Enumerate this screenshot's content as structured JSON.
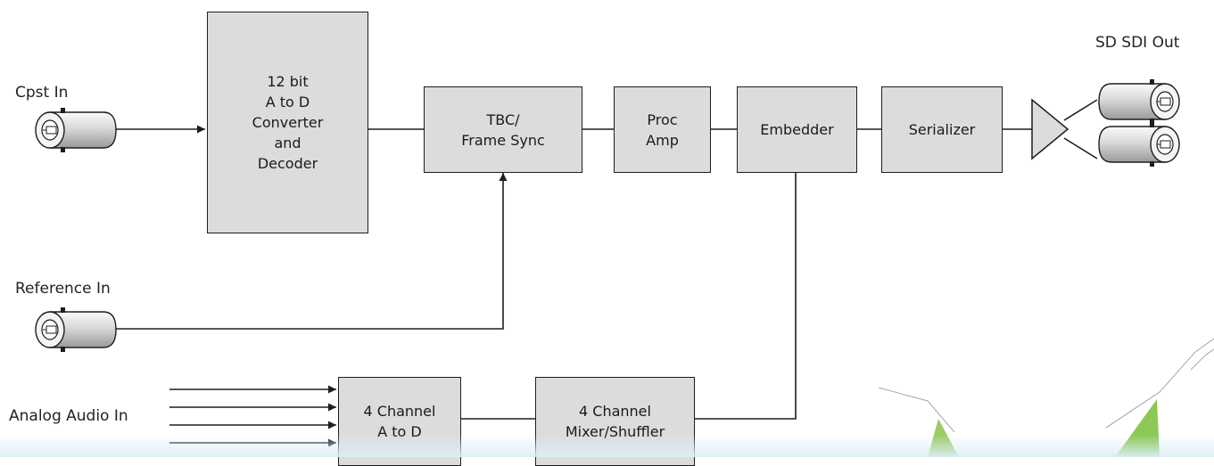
{
  "diagram": {
    "inputs": {
      "composite": "Cpst In",
      "reference": "Reference In",
      "audio": "Analog Audio In"
    },
    "output": "SD SDI Out",
    "blocks": {
      "adc_decoder": "12 bit\nA to D\nConverter\nand\nDecoder",
      "tbc": "TBC/\nFrame Sync",
      "proc_amp": "Proc\nAmp",
      "embedder": "Embedder",
      "serializer": "Serializer",
      "audio_adc": "4 Channel\nA to D",
      "audio_mixer": "4 Channel\nMixer/Shuffler"
    },
    "colors": {
      "block_fill": "#dcdcdc",
      "line": "#1e1e1e",
      "accent_green": "#7ec242"
    }
  }
}
